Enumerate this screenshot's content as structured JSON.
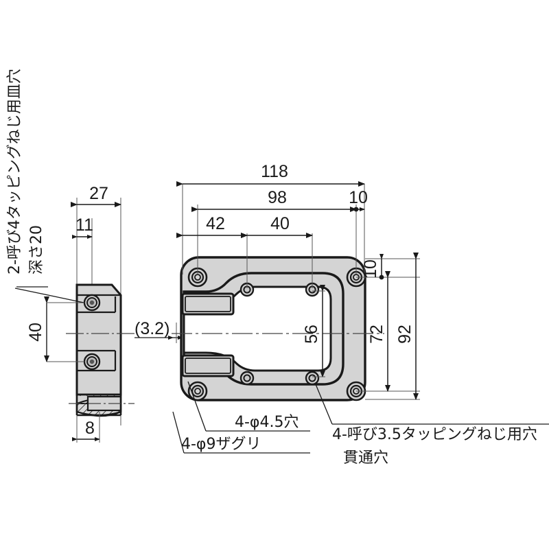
{
  "drawing": {
    "type": "mechanical-engineering-drawing",
    "subject": "recessed pull handle bracket",
    "units": "mm",
    "line_color": "#1a1a1a",
    "fill_color": "#d4d4d4",
    "background": "#ffffff"
  },
  "dimensions": {
    "top_overall": "118",
    "top_second": "98",
    "top_right_offset": "10",
    "top_first_pitch": "42",
    "top_second_pitch": "40",
    "right_top_offset": "10",
    "right_inner": "56",
    "right_middle": "72",
    "right_overall": "92",
    "side_width": "27",
    "side_hole_offset": "11",
    "side_vertical": "40",
    "side_bottom": "8",
    "gap_reference": "(3.2)"
  },
  "annotations": {
    "countersink_note_line1": "2-呼び4タッピングねじ用皿穴",
    "countersink_note_line2": "深さ20",
    "hole_4_5": "4-φ4.5穴",
    "counterbore_9": "4-φ9ザグリ",
    "tapping_note_line1": "4-呼び3.5タッピングねじ用穴",
    "tapping_note_line2": "貫通穴"
  }
}
